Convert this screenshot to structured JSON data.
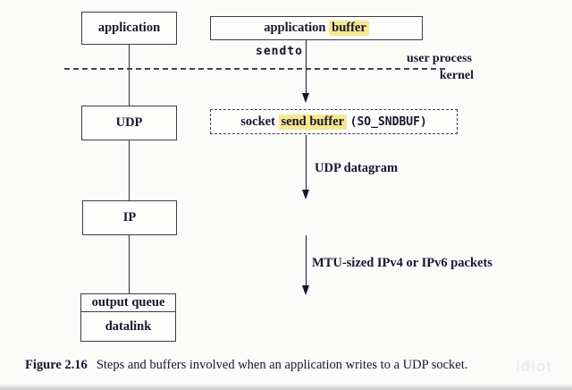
{
  "colors": {
    "background": "#fbfbfa",
    "ink": "#17172e",
    "highlight_yellow": "#f6e88e",
    "box_border": "#3d3d48",
    "watermark_gray": "#ebebf2"
  },
  "stack": {
    "application": "application",
    "udp": "UDP",
    "ip": "IP",
    "output_queue": "output queue",
    "datalink": "datalink"
  },
  "buffers": {
    "application_buffer": {
      "pre": "application",
      "hl": "buffer"
    },
    "socket_send_buffer": {
      "pre": "socket",
      "hl": "send buffer",
      "code": "(SO_SNDBUF)"
    }
  },
  "labels": {
    "sendto": "sendto",
    "user_process": "user process",
    "kernel": "kernel",
    "udp_datagram": "UDP datagram",
    "mtu_packets": "MTU-sized IPv4 or IPv6 packets"
  },
  "caption": {
    "figure": "Figure 2.16",
    "text": "Steps and buffers involved when an application writes to a UDP socket."
  },
  "watermark": "idiot"
}
